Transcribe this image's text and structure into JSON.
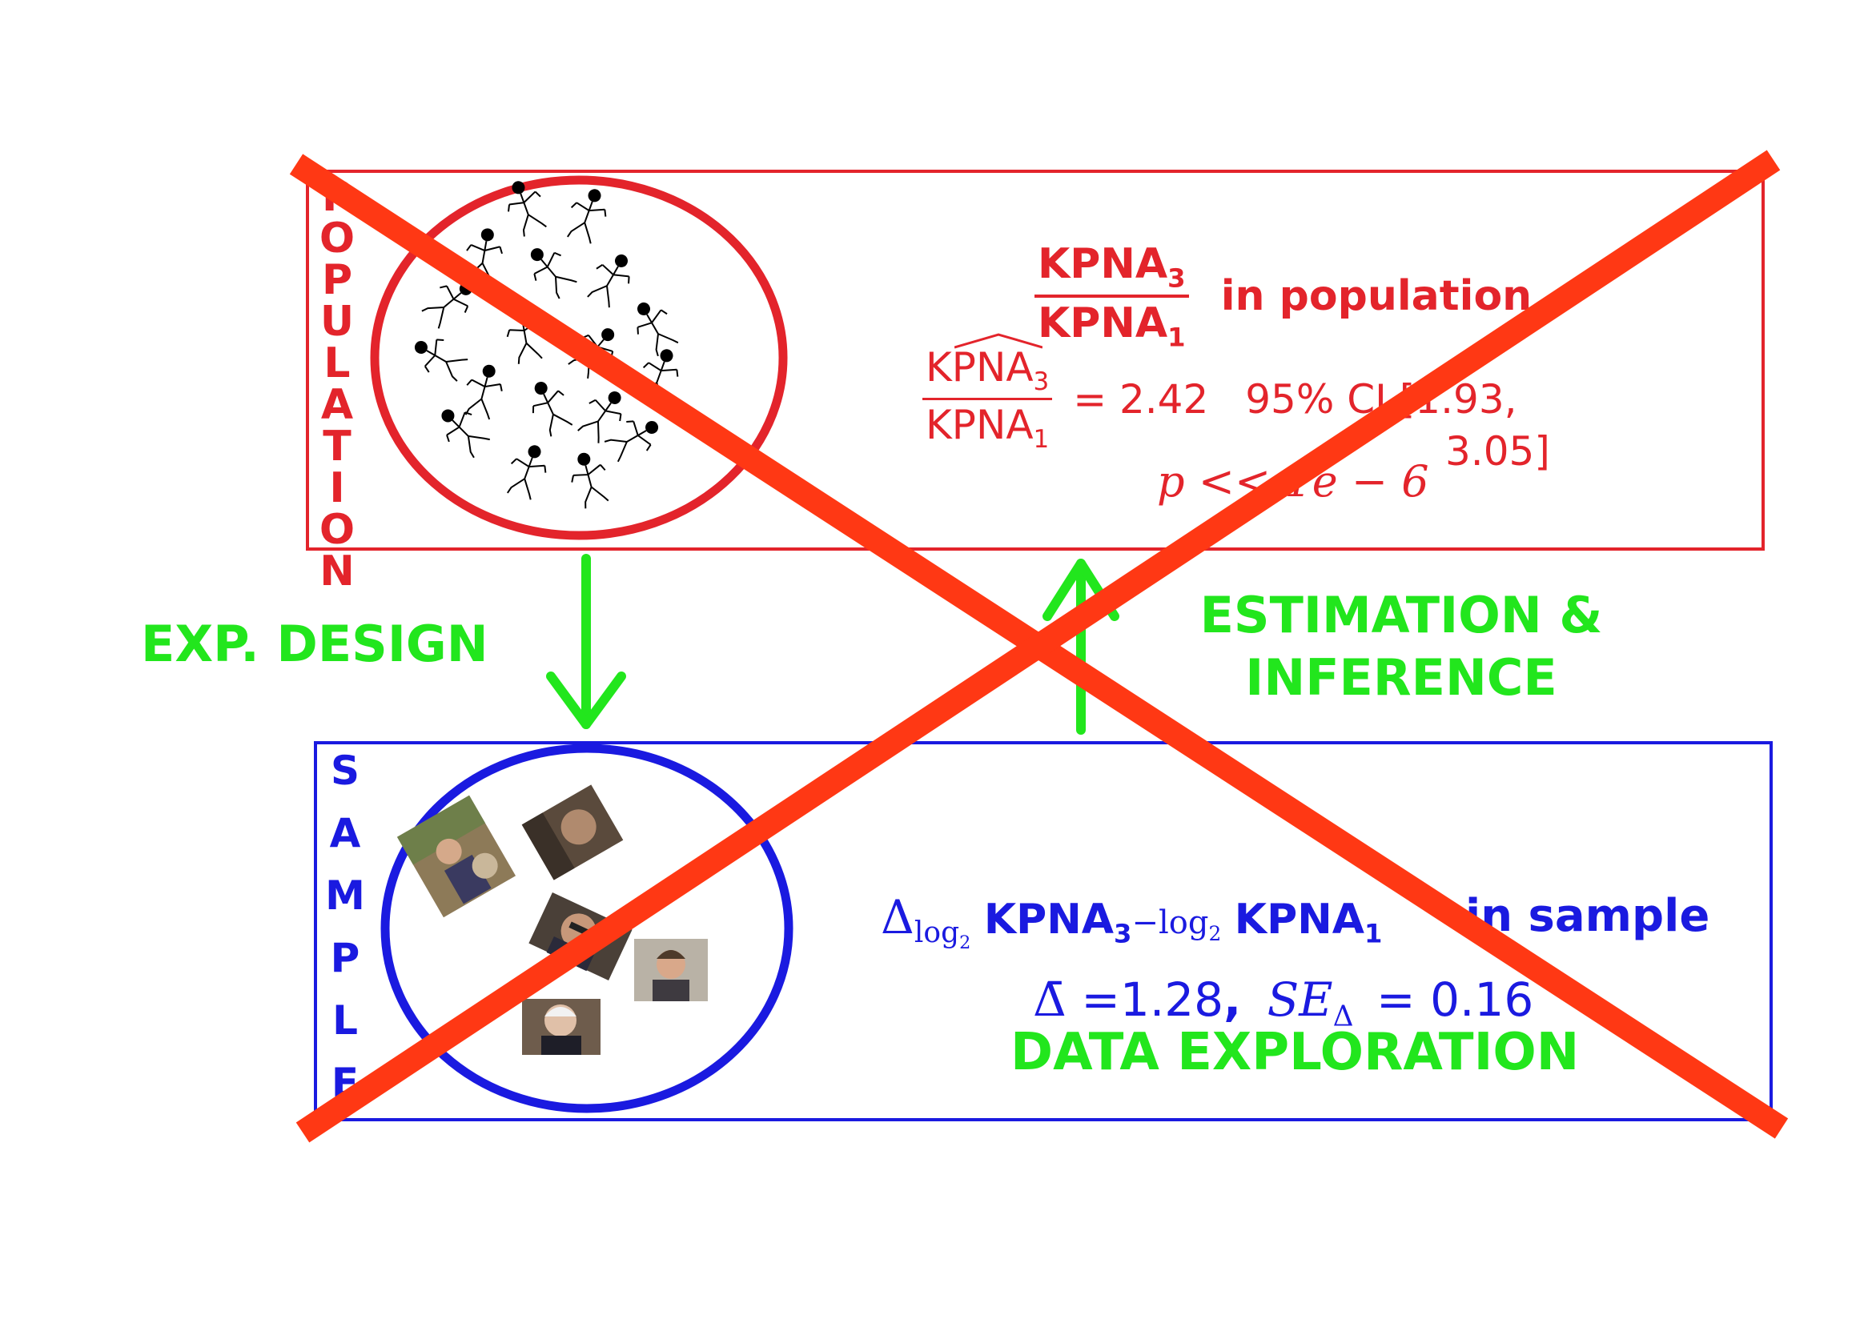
{
  "population": {
    "letters": [
      "P",
      "O",
      "P",
      "U",
      "L",
      "A",
      "T",
      "I",
      "O",
      "N"
    ],
    "ratio_num": "KPNA",
    "ratio_num_sub": "3",
    "ratio_den": "KPNA",
    "ratio_den_sub": "1",
    "ratio_suffix": "in population",
    "est_num": "KPNA",
    "est_num_sub": "3",
    "est_den": "KPNA",
    "est_den_sub": "1",
    "est_value": "= 2.42",
    "ci_text": "95% CI [1.93,",
    "ci_end": "3.05]",
    "p_text": "p << 1e − 6"
  },
  "sample": {
    "letters": [
      "S",
      "A",
      "M",
      "P",
      "L",
      "E"
    ],
    "delta_sym": "Δ",
    "delta_sub_a": "log",
    "delta_sub_a2": "2",
    "delta_gene_a": "KPNA",
    "delta_gene_a_sub": "3",
    "delta_minus": "−log",
    "delta_sub_b2": "2",
    "delta_gene_b": "KPNA",
    "delta_gene_b_sub": "1",
    "delta_suffix": "in sample",
    "mean_sym": "Δ̄",
    "mean_value": "=1.28",
    "comma": ",",
    "se_sym": "SE",
    "se_sub": "Δ",
    "se_value": "= 0.16"
  },
  "labels": {
    "exp_design": "EXP. DESIGN",
    "estimation_line1": "ESTIMATION &",
    "estimation_line2": "INFERENCE",
    "data_exploration": "DATA EXPLORATION"
  },
  "colors": {
    "population": "#e3242b",
    "sample": "#1a1ae0",
    "arrows": "#22e61d",
    "cross": "#ff3814"
  },
  "icons": {
    "population_figure": "stick-figure-icon",
    "sample_photo": "person-photo-icon"
  }
}
